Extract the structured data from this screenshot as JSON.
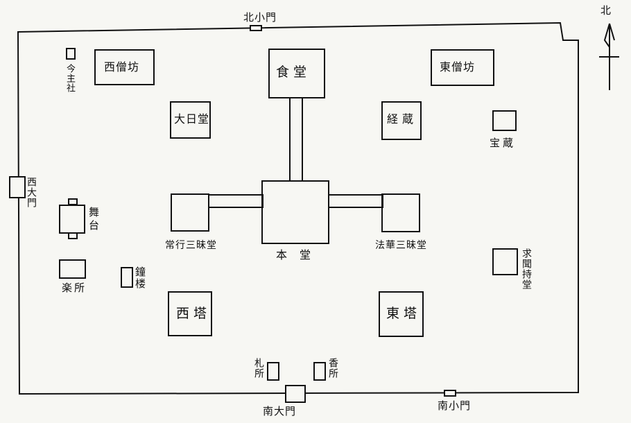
{
  "labels": {
    "north_small_gate": "北小門",
    "north_mark": "北",
    "jiki": "今主社",
    "nishi_sobo": "西僧坊",
    "jikido": "食堂",
    "higashi_sobo": "東僧坊",
    "dainichi": "大日堂",
    "kyozo": "経蔵",
    "hozo": "宝蔵",
    "west_gate": "西大門",
    "butai": "舞台",
    "jogyo": "常行三昧堂",
    "hondo": "本　堂",
    "hokke": "法華三昧堂",
    "gakusho": "楽所",
    "shoro": "鐘楼",
    "guminji": "求聞持堂",
    "west_tower": "西塔",
    "east_tower": "東塔",
    "fuda": "札所",
    "koban": "香所",
    "south_gate": "南大門",
    "south_small_gate": "南小門"
  }
}
